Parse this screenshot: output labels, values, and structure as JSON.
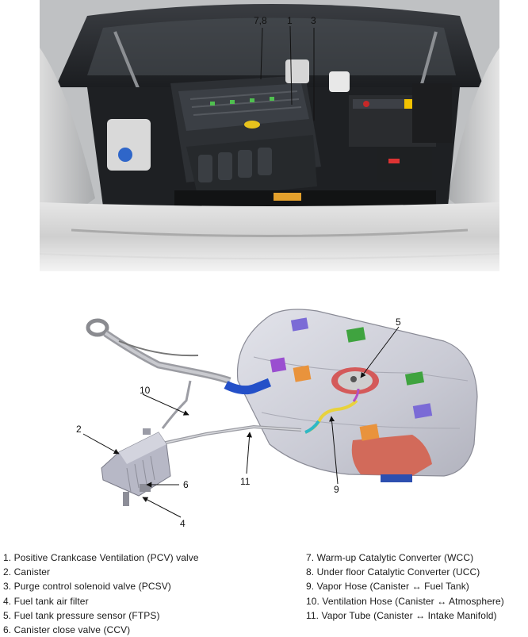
{
  "photo": {
    "callouts": {
      "c78": "7,8",
      "c1": "1",
      "c3": "3"
    }
  },
  "diagram": {
    "callouts": {
      "c5": "5",
      "c10": "10",
      "c2": "2",
      "c6": "6",
      "c4": "4",
      "c11": "11",
      "c9": "9"
    }
  },
  "legend": {
    "left": [
      "1. Positive Crankcase Ventilation (PCV) valve",
      "2. Canister",
      "3. Purge control solenoid valve (PCSV)",
      "4. Fuel tank air filter",
      "5. Fuel tank pressure sensor (FTPS)",
      "6. Canister close valve (CCV)"
    ],
    "right": [
      "7. Warm-up Catalytic Converter (WCC)",
      "8. Under floor Catalytic Converter (UCC)",
      "9. Vapor Hose (Canister ↔ Fuel Tank)",
      "10. Ventilation Hose (Canister ↔ Atmosphere)",
      "11. Vapor Tube (Canister ↔ Intake Manifold)"
    ]
  }
}
